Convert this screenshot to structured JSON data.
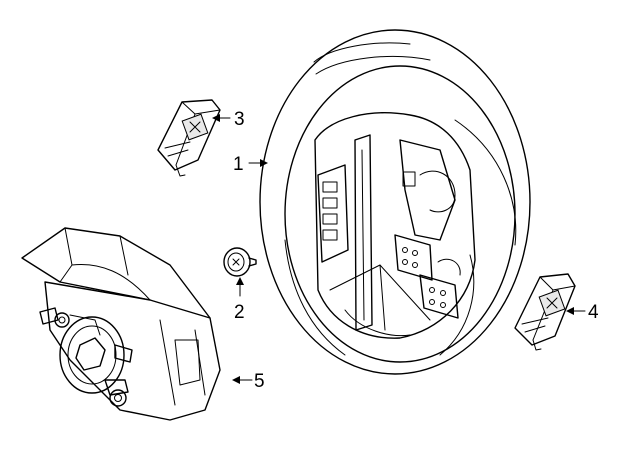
{
  "callouts": [
    {
      "id": "1",
      "label": "1"
    },
    {
      "id": "2",
      "label": "2"
    },
    {
      "id": "3",
      "label": "3"
    },
    {
      "id": "4",
      "label": "4"
    },
    {
      "id": "5",
      "label": "5"
    }
  ],
  "colors": {
    "line": "#000000",
    "background": "#ffffff",
    "shade": "#e9e9e9"
  }
}
